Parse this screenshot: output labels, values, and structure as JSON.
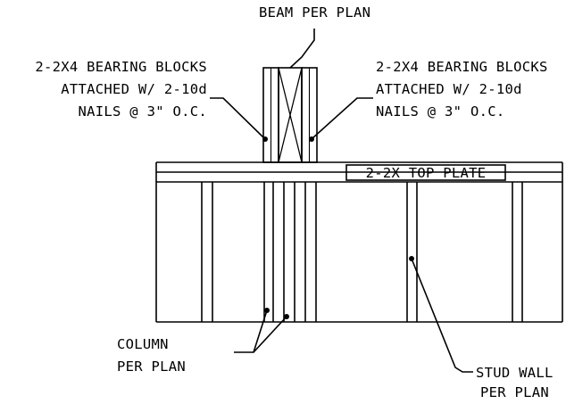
{
  "labels": {
    "beam": "BEAM PER PLAN",
    "blocks_left": [
      "2-2X4 BEARING BLOCKS",
      "ATTACHED W/ 2-10d",
      "NAILS @ 3\" O.C."
    ],
    "blocks_right": [
      "2-2X4 BEARING BLOCKS",
      "ATTACHED W/ 2-10d",
      "NAILS @ 3\" O.C."
    ],
    "top_plate": "2-2X TOP PLATE",
    "column": [
      "COLUMN",
      "PER PLAN"
    ],
    "stud_wall": [
      "STUD WALL",
      "PER PLAN"
    ]
  }
}
